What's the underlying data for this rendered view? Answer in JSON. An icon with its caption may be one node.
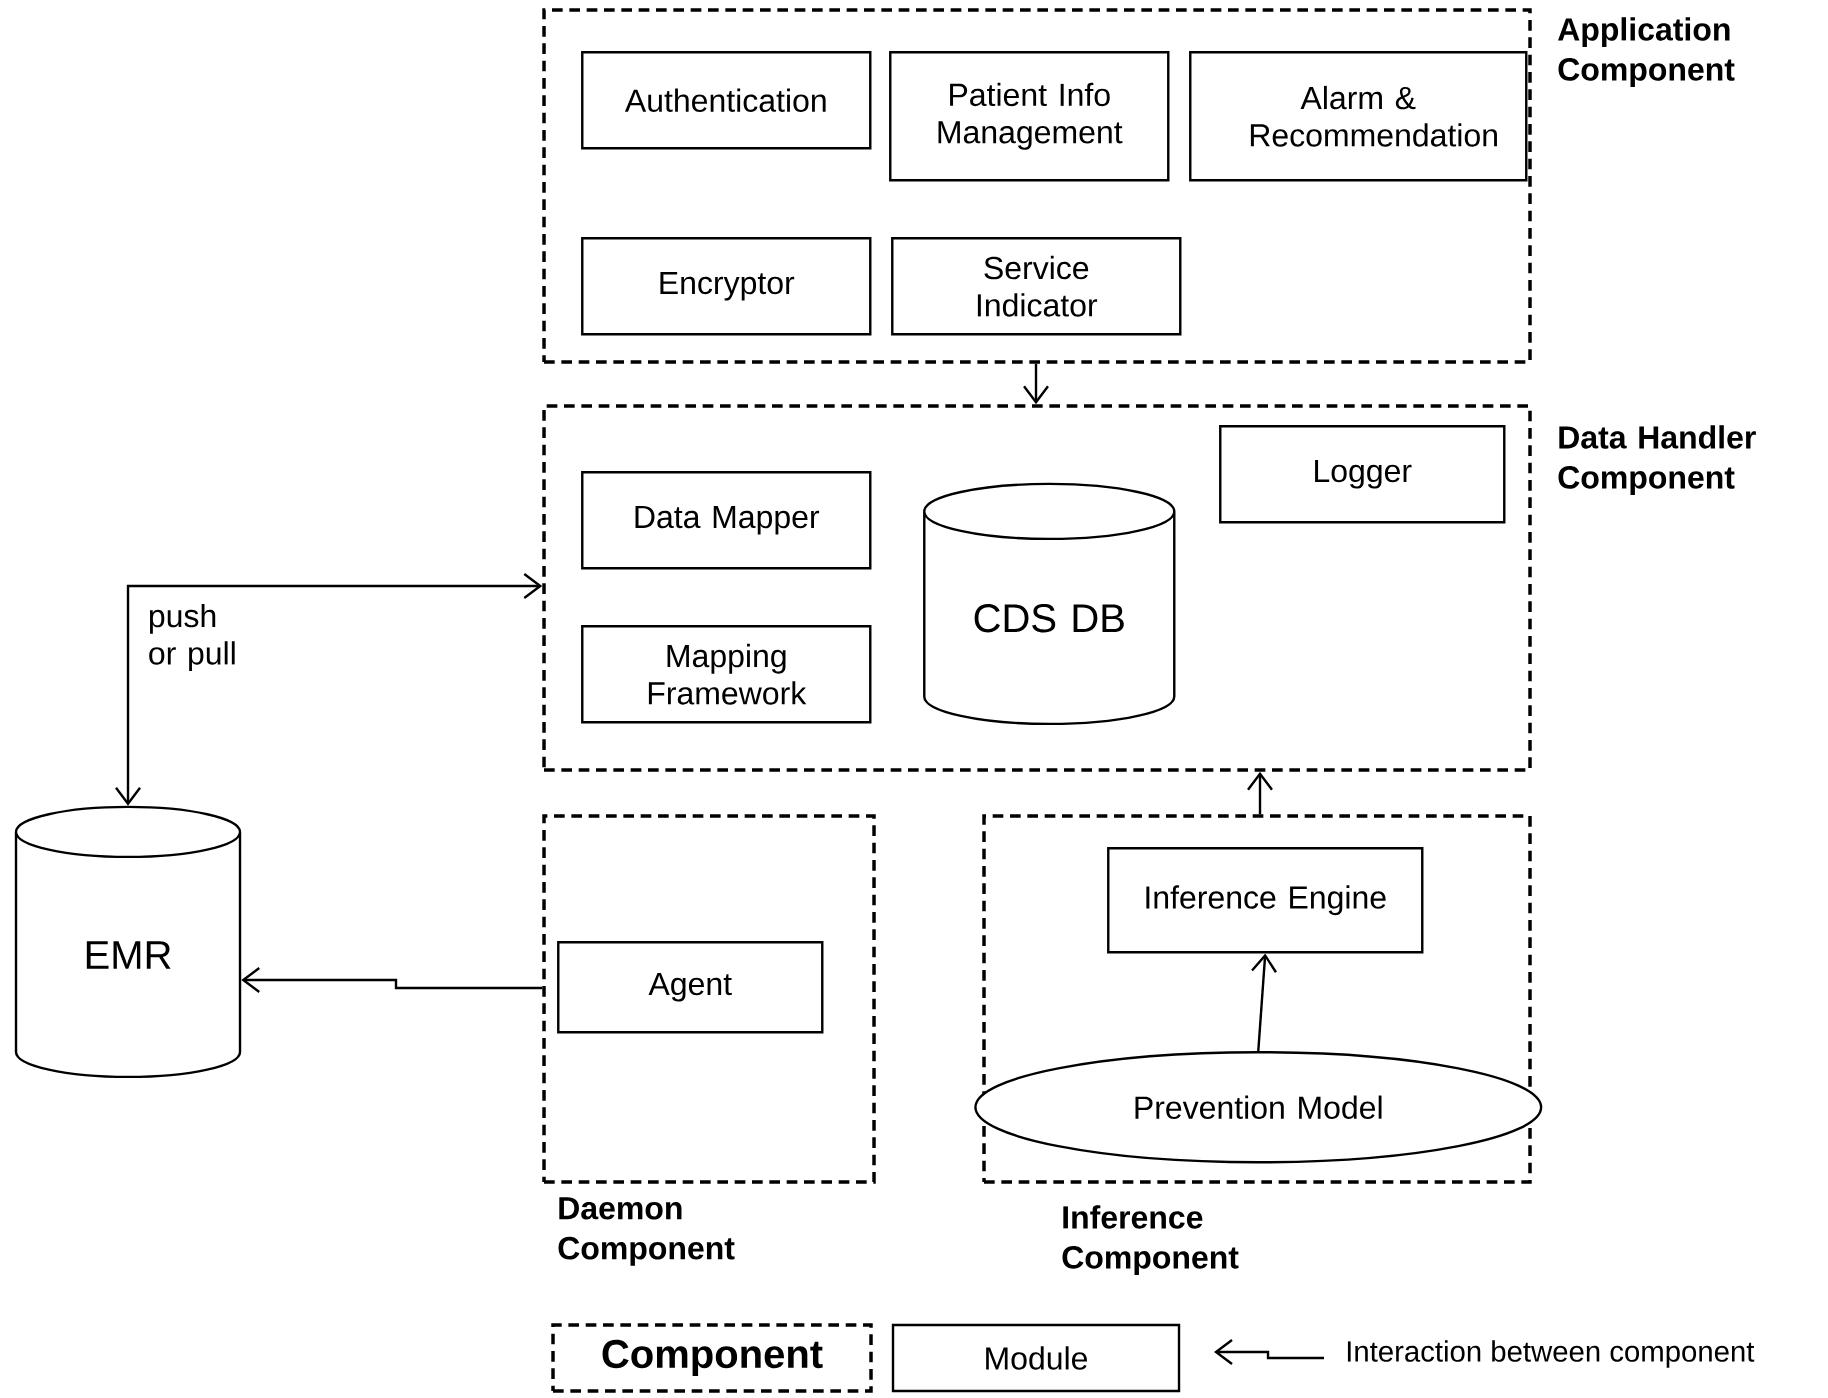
{
  "diagram": {
    "nodes": [
      {
        "text": [
          "Application Component"
        ]
      },
      {
        "text": [
          "Authentication"
        ],
        "in": 0
      },
      {
        "text": [
          "Patient Info Management"
        ],
        "in": 0
      },
      {
        "text": [
          "Alarm & Recommendation"
        ],
        "in": 0
      },
      {
        "text": [
          "Encryptor"
        ],
        "in": 0
      },
      {
        "text": [
          "Service Indicator"
        ],
        "in": 0
      },
      {
        "text": [
          "Data Handler Component"
        ]
      },
      {
        "text": [
          "Data Mapper"
        ],
        "in": 6
      },
      {
        "text": [
          "Mapping Framework"
        ],
        "in": 6
      },
      {
        "text": [
          "CDS DB"
        ],
        "in": 6
      },
      {
        "text": [
          "Logger"
        ],
        "in": 6
      },
      {
        "text": [
          "EMR"
        ]
      },
      {
        "text": [
          "Daemon Component"
        ]
      },
      {
        "text": [
          "Agent"
        ],
        "in": 12
      },
      {
        "text": [
          "Inference Component"
        ]
      },
      {
        "text": [
          "Inference Engine"
        ],
        "in": 14
      },
      {
        "text": [
          "Prevention Model"
        ],
        "in": 14
      }
    ],
    "edges": [
      {
        "from": 0,
        "to": 6,
        "arrow": "to"
      },
      {
        "from": 11,
        "to": 6,
        "arrow": "both",
        "label": "push or pull"
      },
      {
        "from": 12,
        "to": 11,
        "arrow": "to"
      },
      {
        "from": 16,
        "to": 15,
        "arrow": "to"
      },
      {
        "from": 14,
        "to": 6,
        "arrow": "to"
      }
    ],
    "legend": [
      {
        "text": "Component"
      },
      {
        "text": "Module"
      },
      {
        "text": "Interaction between component"
      }
    ]
  }
}
